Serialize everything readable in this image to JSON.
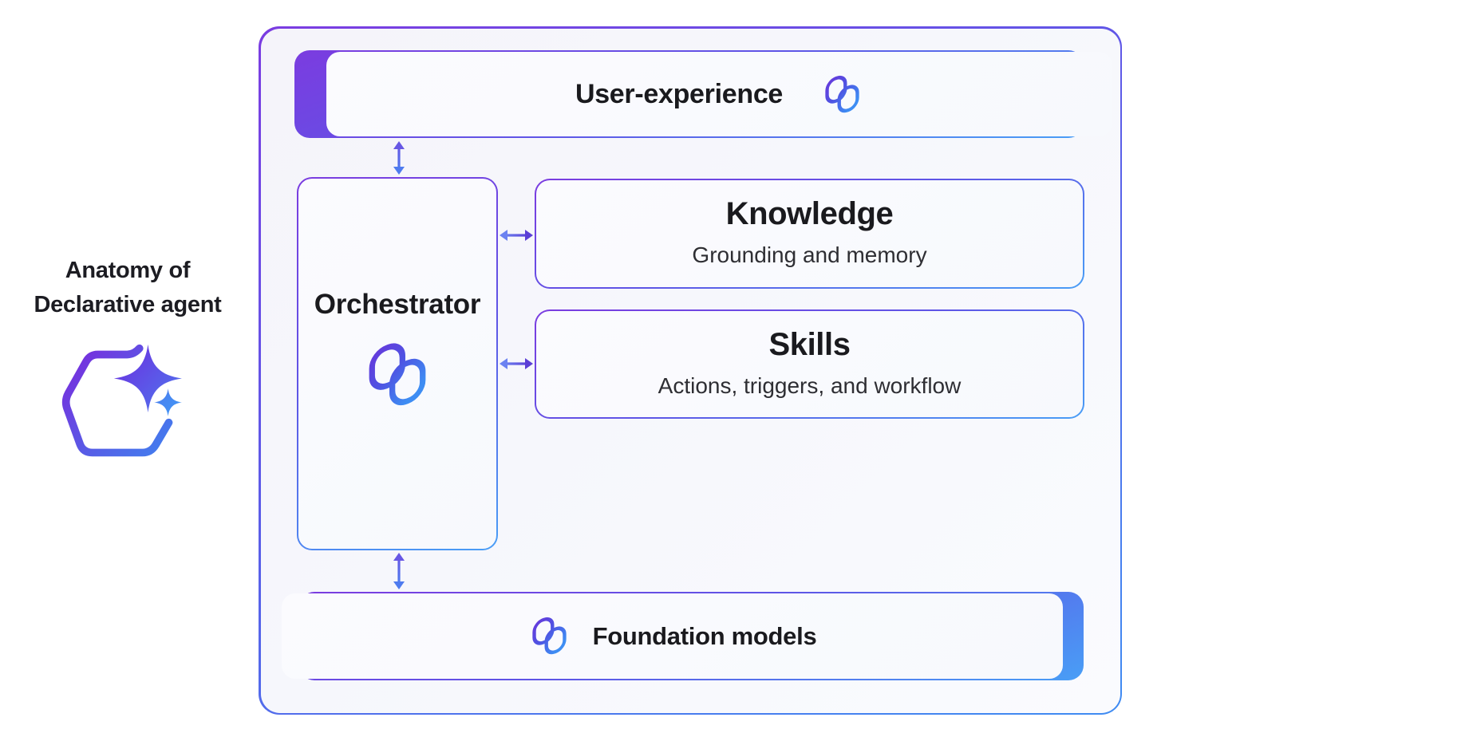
{
  "side_label": {
    "line1": "Anatomy of",
    "line2": "Declarative agent"
  },
  "boxes": {
    "user_experience": {
      "title": "User-experience"
    },
    "orchestrator": {
      "title": "Orchestrator"
    },
    "knowledge": {
      "title": "Knowledge",
      "subtitle": "Grounding and memory"
    },
    "skills": {
      "title": "Skills",
      "subtitle": "Actions, triggers, and workflow"
    },
    "foundation_models": {
      "title": "Foundation models"
    }
  },
  "icons": {
    "copilot": "microsoft-copilot-logo",
    "agent": "declarative-agent-hexagon-with-sparkles"
  },
  "connections": [
    {
      "from": "user_experience",
      "to": "orchestrator",
      "type": "bidirectional-vertical"
    },
    {
      "from": "orchestrator",
      "to": "knowledge",
      "type": "bidirectional-horizontal"
    },
    {
      "from": "orchestrator",
      "to": "skills",
      "type": "bidirectional-horizontal"
    },
    {
      "from": "orchestrator",
      "to": "foundation_models",
      "type": "bidirectional-vertical"
    }
  ],
  "colors": {
    "border_gradient_start": "#7b3ce0",
    "border_gradient_end": "#499ef6",
    "icon_gradient_start": "#6a35db",
    "icon_gradient_end": "#3e8df3",
    "arrow_purple": "#5c3fd6",
    "arrow_blue": "#517bef",
    "heading_text": "#1a1a1e",
    "subtitle_text": "#2e2e33",
    "panel_background": "#f6f7fc",
    "page_background": "#ffffff"
  }
}
